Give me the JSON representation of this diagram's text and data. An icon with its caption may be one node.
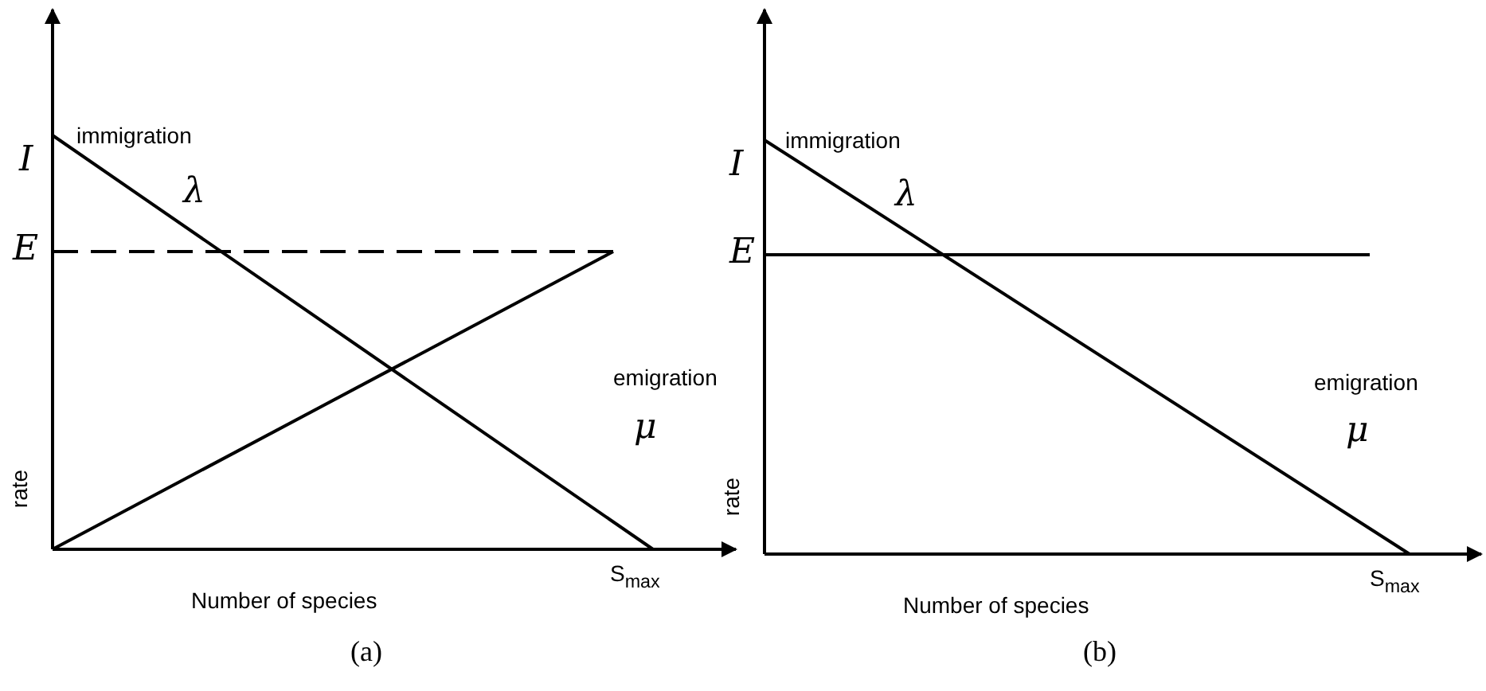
{
  "diagram": {
    "labels": [
      "I",
      "immigration",
      "λ",
      "E",
      "emigration",
      "μ",
      "rate",
      "S$_{max}$",
      "Number of species",
      "(a)",
      "I",
      "immigration",
      "λ",
      "E",
      "emigration",
      "μ",
      "rate",
      "S$_{max}$",
      "Number of species",
      "(b)"
    ]
  }
}
